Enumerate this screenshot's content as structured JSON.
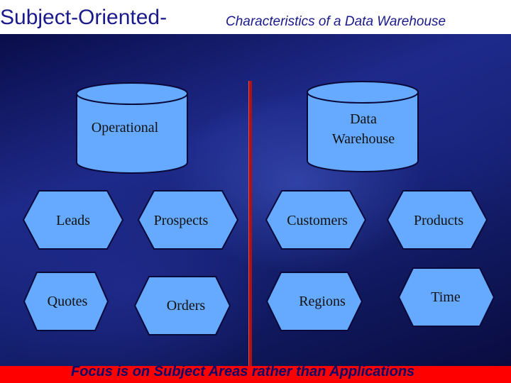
{
  "title": {
    "main": "Subject-Oriented-",
    "subtitle": "Characteristics of a Data Warehouse"
  },
  "databases": [
    {
      "label": "Operational"
    },
    {
      "label_line1": "Data",
      "label_line2": "Warehouse"
    }
  ],
  "subjects_left": [
    "Leads",
    "Prospects",
    "Quotes",
    "Orders"
  ],
  "subjects_right": [
    "Customers",
    "Products",
    "Regions",
    "Time"
  ],
  "footer": "Focus is on Subject Areas rather than Applications",
  "colors": {
    "title": "#1a1a8c",
    "shape_fill": "#66aaff",
    "shape_stroke": "#0a0a3a",
    "divider": "#b01212",
    "footer_bg": "#ff0000",
    "footer_text": "#0a0a6a"
  }
}
